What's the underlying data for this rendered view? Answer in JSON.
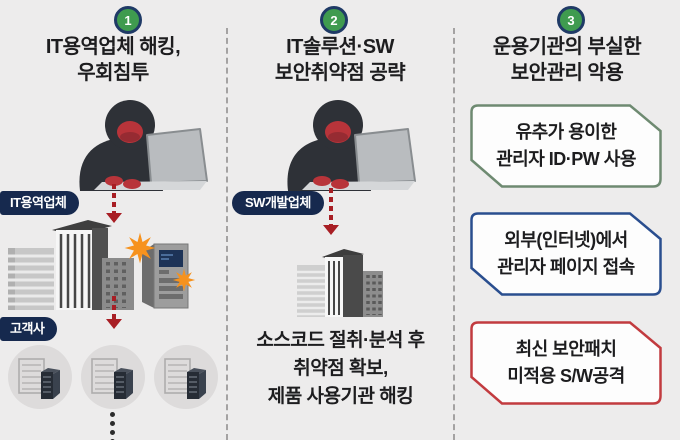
{
  "colors": {
    "background": "#edecec",
    "arrow_red": "#a81e24",
    "pill_navy": "#16294e",
    "badge_green": "#3f9b4f",
    "badge_ring_navy": "#1f3a66",
    "starburst_orange": "#f6921e"
  },
  "columns": [
    {
      "badge": "1",
      "title_lines": [
        "IT용역업체 해킹,",
        "우회침투"
      ],
      "label_top": "IT용역업체",
      "label_bottom": "고객사"
    },
    {
      "badge": "2",
      "title_lines": [
        "IT솔루션·SW",
        "보안취약점 공략"
      ],
      "label_top": "SW개발업체",
      "caption_lines": [
        "소스코드 절취·분석 후",
        "취약점 확보,",
        "제품 사용기관 해킹"
      ]
    },
    {
      "badge": "3",
      "title_lines": [
        "운용기관의 부실한",
        "보안관리 악용"
      ],
      "boxes": [
        {
          "lines": [
            "유추가 용이한",
            "관리자 ID·PW 사용"
          ],
          "border_color": "#6e8a71"
        },
        {
          "lines": [
            "외부(인터넷)에서",
            "관리자 페이지 접속"
          ],
          "border_color": "#2a4e8f"
        },
        {
          "lines": [
            "최신 보안패치",
            "미적용 S/W공격"
          ],
          "border_color": "#c23b3f"
        }
      ]
    }
  ],
  "icons": {
    "hacker": "hooded-hacker-with-laptop",
    "buildings_attacked": "office-buildings-with-server-explosions",
    "sw_company_building": "office-building",
    "client_circle": "client-building-with-server",
    "down_arrow": "red-dashed-down-arrow"
  }
}
